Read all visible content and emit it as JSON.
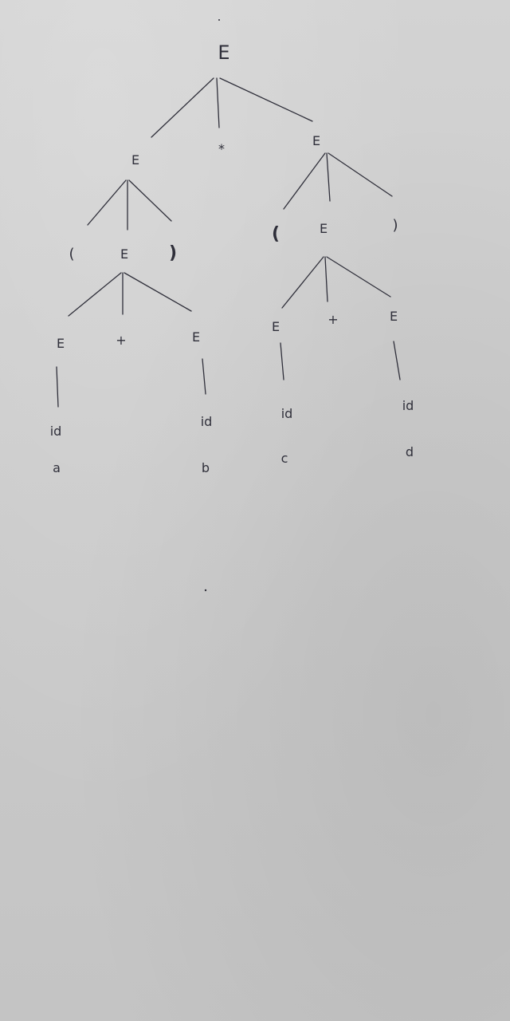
{
  "tree": {
    "root": "E",
    "level1": {
      "left": "E",
      "op": "*",
      "right": "E"
    },
    "left_paren": {
      "open": "(",
      "expr": "E",
      "close": ")"
    },
    "left_sum": {
      "left": "E",
      "op": "+",
      "right": "E"
    },
    "right_paren": {
      "open": "(",
      "expr": "E",
      "close": ")"
    },
    "right_sum": {
      "left": "E",
      "op": "+",
      "right": "E"
    },
    "leaves": [
      {
        "token": "id",
        "value": "a"
      },
      {
        "token": "id",
        "value": "b"
      },
      {
        "token": "id",
        "value": "c"
      },
      {
        "token": "id",
        "value": "d"
      }
    ]
  },
  "colors": {
    "ink": "#2f2f3a",
    "paper": "#cbcbcb"
  }
}
